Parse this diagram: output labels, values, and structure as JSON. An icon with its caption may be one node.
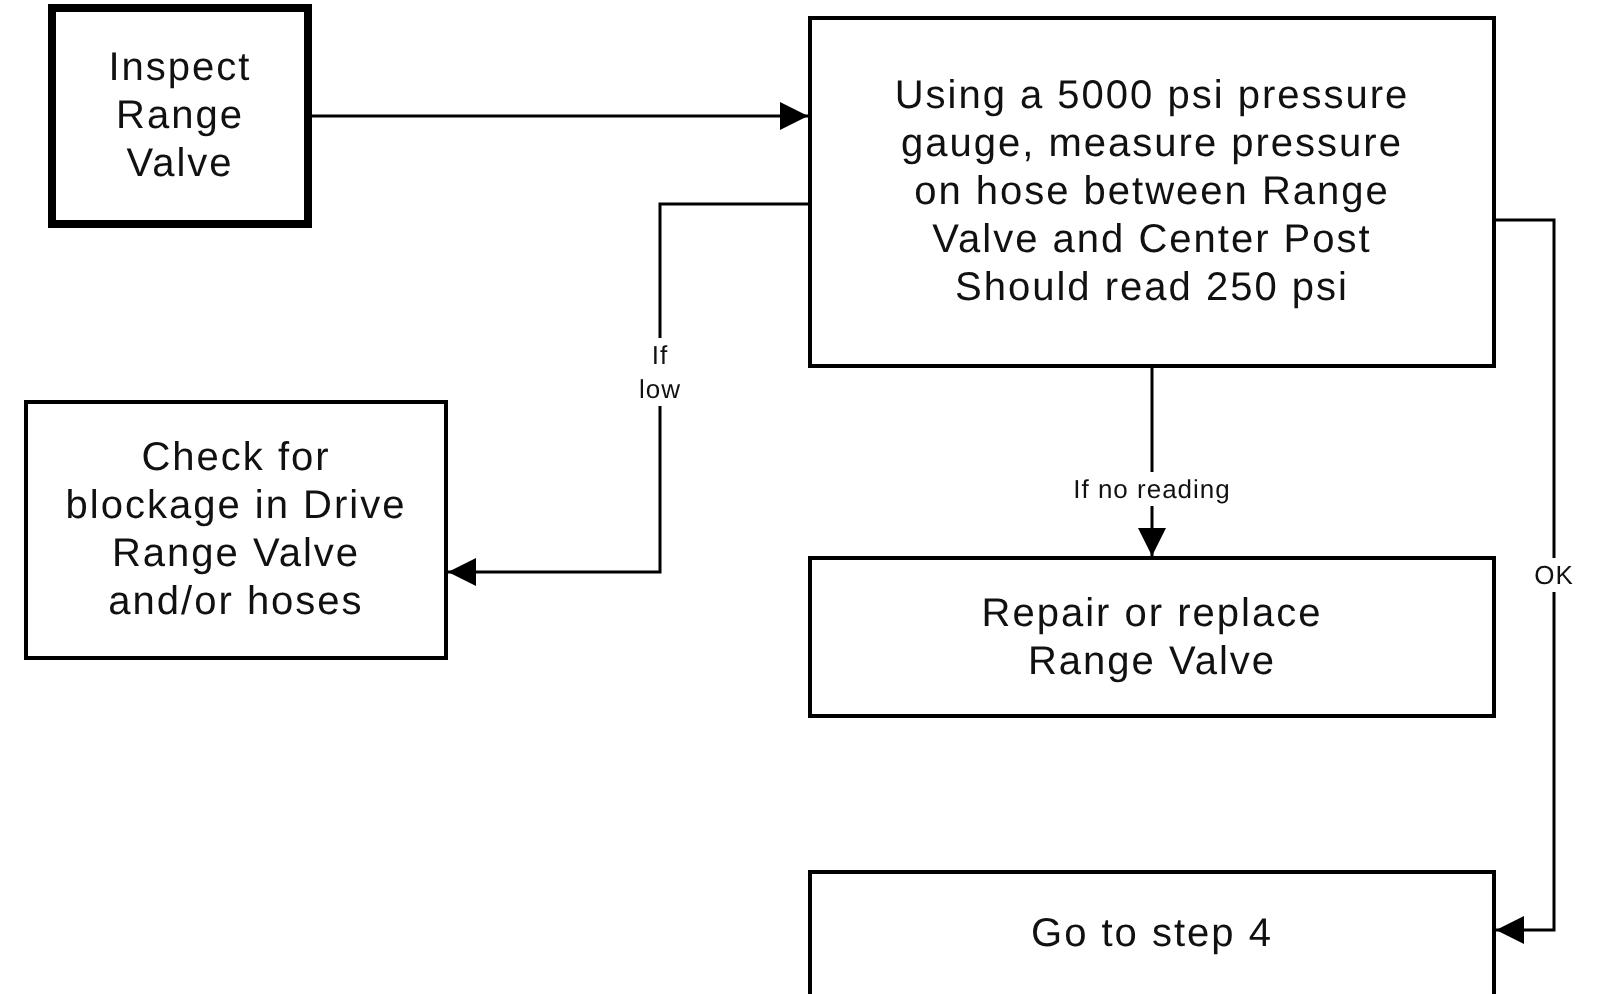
{
  "diagram": {
    "nodes": [
      {
        "text": [
          "Inspect Range Valve"
        ]
      },
      {
        "text": [
          "Using a 5000 psi pressure gauge, measure pressure on hose between Range Valve and Center Post Should read 250 psi"
        ]
      },
      {
        "text": [
          "Check for blockage in Drive Range Valve and/or hoses"
        ]
      },
      {
        "text": [
          "Repair or replace Range Valve"
        ]
      },
      {
        "text": [
          "Go to step 4"
        ]
      }
    ],
    "edges": [
      {
        "from": 0,
        "to": 1,
        "arrow": "to"
      },
      {
        "from": 1,
        "to": 2,
        "arrow": "to",
        "label": "If low"
      },
      {
        "from": 1,
        "to": 3,
        "arrow": "to",
        "label": "If no reading"
      },
      {
        "from": 1,
        "to": 4,
        "arrow": "to",
        "label": "OK"
      }
    ]
  }
}
